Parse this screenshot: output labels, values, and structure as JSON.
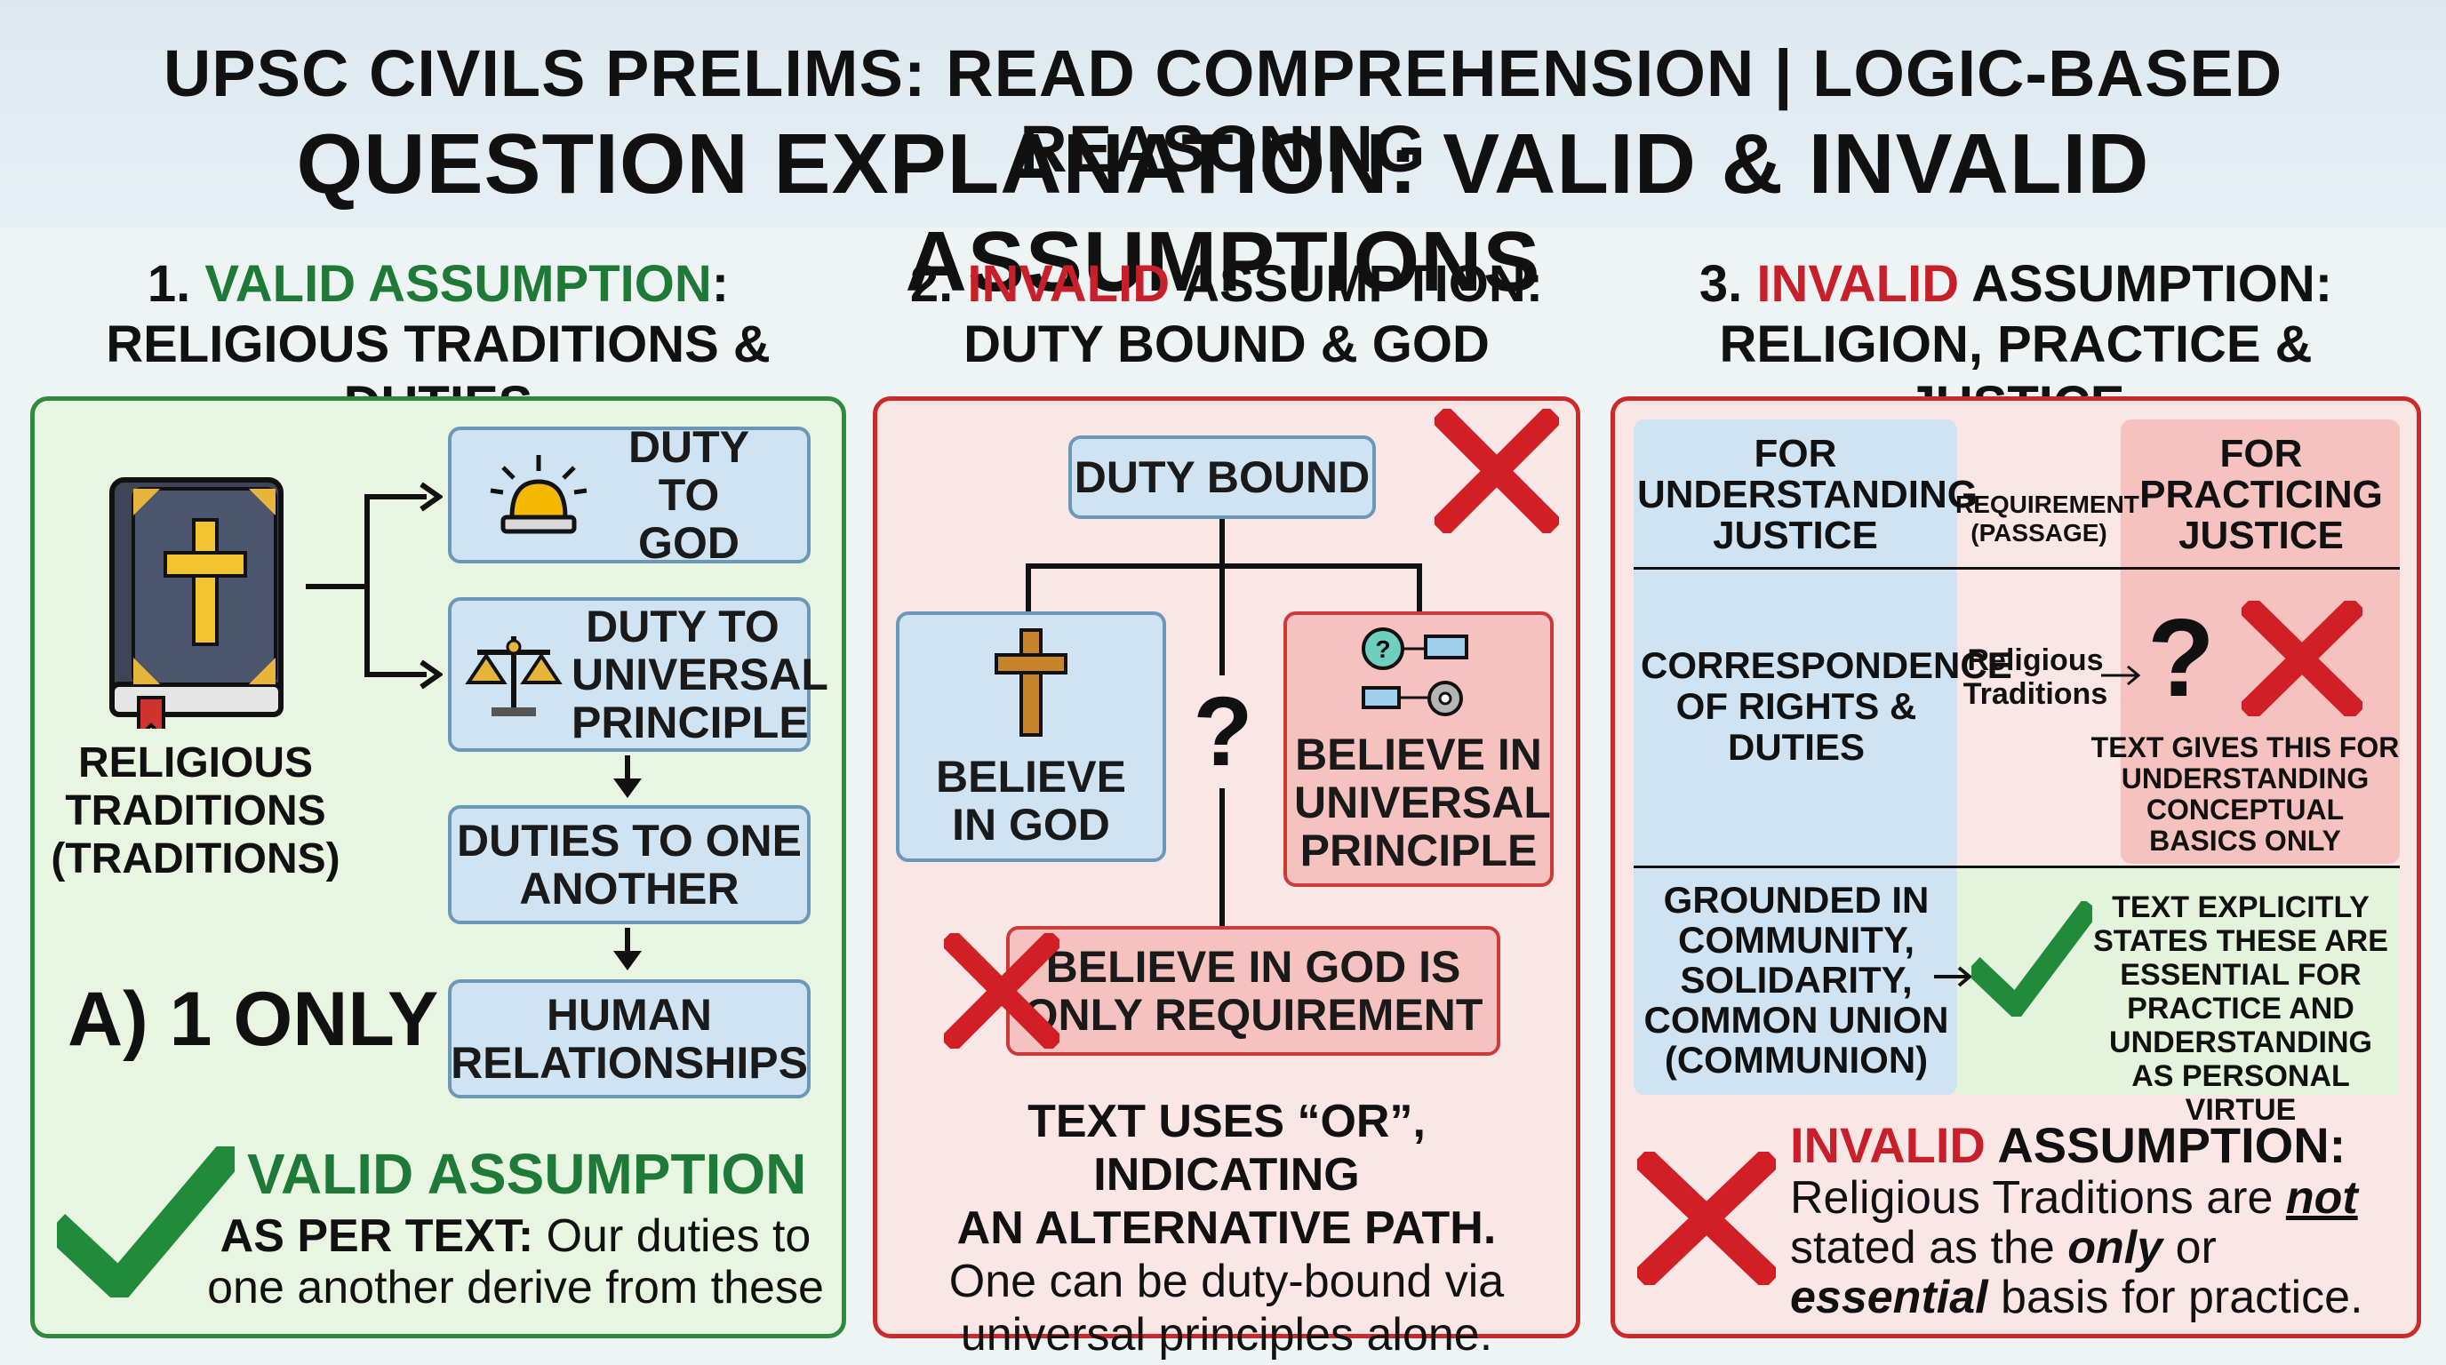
{
  "header": {
    "line1": "UPSC CIVILS PRELIMS: READ COMPREHENSION | LOGIC-BASED REASONING",
    "line2": "QUESTION EXPLANATION: VALID & INVALID ASSUMPTIONS"
  },
  "colors": {
    "valid": "#1f7a38",
    "invalid": "#c8202a",
    "blue_box": "#cfe3f2",
    "red_box": "#f6c2c0"
  },
  "section1": {
    "num": "1.",
    "keyword": "VALID ASSUMPTION",
    "colon": ":",
    "subtitle": "RELIGIOUS TRADITIONS & DUTIES",
    "book_label": "RELIGIOUS TRADITIONS (TRADITIONS)",
    "boxes": [
      "DUTY TO GOD",
      "DUTY TO UNIVERSAL PRINCIPLE",
      "DUTIES TO ONE ANOTHER",
      "HUMAN RELATIONSHIPS"
    ],
    "answer": "A) 1 ONLY",
    "verdict": "VALID ASSUMPTION",
    "text_lead": "AS PER TEXT:",
    "text_line1": "Our duties to",
    "text_line2": "one another derive from these",
    "icons": [
      "book-icon",
      "alarm-light-icon",
      "scales-icon",
      "check-icon"
    ]
  },
  "section2": {
    "num": "2.",
    "keyword": "INVALID",
    "rest": "ASSUMPTION:",
    "subtitle": "DUTY BOUND & GOD",
    "top_box": "DUTY BOUND",
    "left_box": "BELIEVE IN GOD",
    "right_box": "BELIEVE IN UNIVERSAL PRINCIPLE",
    "question": "?",
    "bottom_box": "BELIEVE IN GOD IS ONLY REQUIREMENT",
    "expl_bold_1": "TEXT USES “OR”, INDICATING",
    "expl_bold_2": "AN ALTERNATIVE PATH.",
    "expl_1": "One can be duty-bound via",
    "expl_2": "universal principles alone.",
    "icons": [
      "cross-icon",
      "gear-flow-icon"
    ]
  },
  "section3": {
    "num": "3.",
    "keyword": "INVALID",
    "rest": "ASSUMPTION:",
    "subtitle": "RELIGION, PRACTICE & JUSTICE",
    "col_left_head": "FOR UNDERSTANDING JUSTICE",
    "col_mid_head_1": "REQUIREMENT",
    "col_mid_head_2": "(PASSAGE)",
    "col_right_head": "FOR PRACTICING JUSTICE",
    "row1_left": "CORRESPONDENCE OF RIGHTS & DUTIES",
    "row1_mid": "Religious Traditions",
    "row1_q": "?",
    "row1_note": "TEXT GIVES THIS FOR UNDERSTANDING CONCEPTUAL BASICS ONLY",
    "row2_left": "GROUNDED IN COMMUNITY, SOLIDARITY, COMMON UNION (COMMUNION)",
    "row2_note": "TEXT EXPLICITLY STATES THESE ARE ESSENTIAL FOR PRACTICE AND UNDERSTANDING AS PERSONAL VIRTUE",
    "verdict_kw": "INVALID",
    "verdict_rest": "ASSUMPTION:",
    "verdict_t1": "Religious Traditions are",
    "verdict_not": "not",
    "verdict_t2": "stated as the",
    "verdict_only": "only",
    "verdict_or": "or",
    "verdict_essential": "essential",
    "verdict_t3": "basis for practice."
  }
}
